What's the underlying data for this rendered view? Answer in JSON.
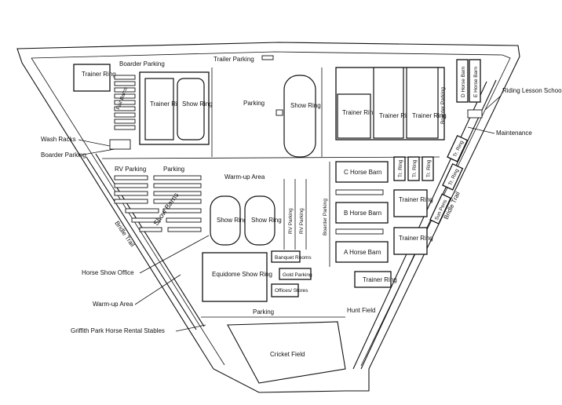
{
  "labels": {
    "trailer_parking": "Trailer Parking",
    "trainer_ring": "Trainer Ring",
    "trainer_ring_one_line": "Trainer Ring",
    "boarder_parking": "Boarder Parking",
    "show_ring": "Show Ring",
    "parking": "Parking",
    "d_horse_barn": "D Horse Barn",
    "e_horse_barn": "E Horse Barn",
    "riding_lesson_school": "Riding Lesson School",
    "maintenance": "Maintenance",
    "wash_racks": "Wash Racks",
    "rv_parking": "RV Parking",
    "warm_up_area": "Warm-up Area",
    "c_horse_barn": "C Horse Barn",
    "b_horse_barn": "B Horse Barn",
    "a_horse_barn": "A Horse Barn",
    "tr_ring": "Tr. Ring",
    "sun_pens": "Sun Pens",
    "bridle_trail": "Bridle Trail",
    "show_barns": "Show Barns",
    "equidome_show_ring": "Equidome Show Ring",
    "banquet_rooms": "Banquet Rooms",
    "gold_parking": "Gold Parking",
    "offices_stores": "Offices/ Stores",
    "horse_show_office": "Horse Show Office",
    "hunt_field": "Hunt Field",
    "griffith_park_rental": "Griffith Park Horse Rental Stables",
    "cricket_field": "Cricket Field",
    "trainer_ring_short": "Trainer Ring",
    "fair_barns": "Fair Barns"
  }
}
